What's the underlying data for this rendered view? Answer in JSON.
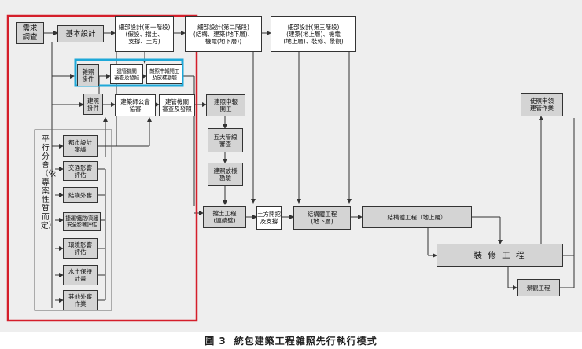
{
  "figure_caption": {
    "number": "圖 3",
    "title": "統包建築工程雜照先行執行模式"
  },
  "parallel_review_label": "平行分會（依專案性質而定）",
  "nodes": {
    "needs_survey": "需求\n調查",
    "basic_design": "基本設計",
    "detail_phase1": "細部設計(第一階段)\n(假設、擋土、\n支撐、土方)",
    "detail_phase2": "細部設計(第二階段)\n(結構、建築(地下層)、\n機電(地下層))",
    "detail_phase3": "細部設計(第三階段)\n(建築(地上層)、機電\n(地上層)、裝修、景觀)",
    "misc_permit": "雜照\n掛件",
    "misc_review": "建管機關\n審查及發照",
    "misc_start": "雜照申報開工\n及放樣勘驗",
    "build_permit": "建照\n掛件",
    "architects_assoc": "建築師公會\n協審",
    "build_authority": "建管機關\n審查及發照",
    "build_start": "建照申報\n開工",
    "five_pipelines": "五大管線\n審查",
    "setout_inspection": "建照放樣\n勘驗",
    "retaining_work": "擋土工程\n(連續壁)",
    "earthwork": "土方開挖\n及支撐",
    "sub_structure": "結構體工程\n(地下層)",
    "super_structure": "結構體工程（地上層）",
    "finishing": "裝 修 工 程",
    "landscape": "景觀工程",
    "occupancy_permit": "使照申領\n建管作業",
    "urban_design": "都市設計\n審議",
    "traffic_impact": "交通影響\n評估",
    "structure_review": "結構外審",
    "safety_impact": "捷運/鐵路/高鐵\n安全影響評估",
    "environment": "環境影響\n評估",
    "soil_water": "水土保持\n計畫",
    "other_review": "其他外審\n作業"
  },
  "colors": {
    "red_highlight": "#d41e2a",
    "blue_highlight": "#1ea8d8",
    "box_fill": "#d4d4d4",
    "background": "#eeeeee"
  }
}
